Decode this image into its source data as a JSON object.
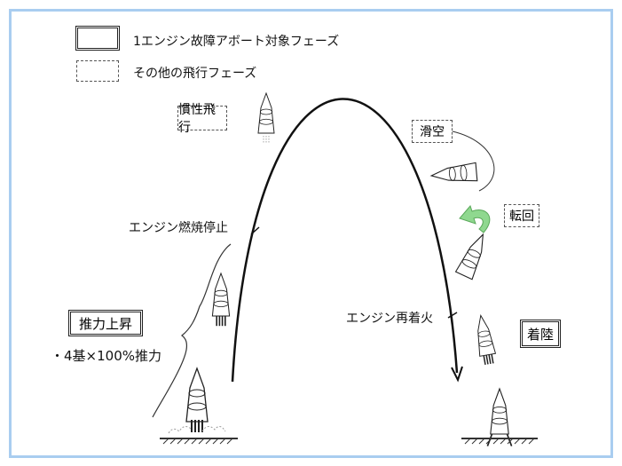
{
  "legend": [
    {
      "style": "solid-double",
      "label": "1エンジン故障アボート対象フェーズ"
    },
    {
      "style": "dashed",
      "label": "その他の飛行フェーズ"
    }
  ],
  "phases": {
    "thrust_ascent": {
      "label": "推力上昇",
      "note": "・4基×100%推力"
    },
    "coast": {
      "label": "慣性飛行"
    },
    "glide": {
      "label": "滑空"
    },
    "turn": {
      "label": "転回"
    },
    "landing": {
      "label": "着陸"
    }
  },
  "events": {
    "engine_cutoff": "エンジン燃焼停止",
    "engine_relight": "エンジン再着火"
  },
  "colors": {
    "frame": "#a9cdf0",
    "turn_arrow": "#8fd88f"
  }
}
